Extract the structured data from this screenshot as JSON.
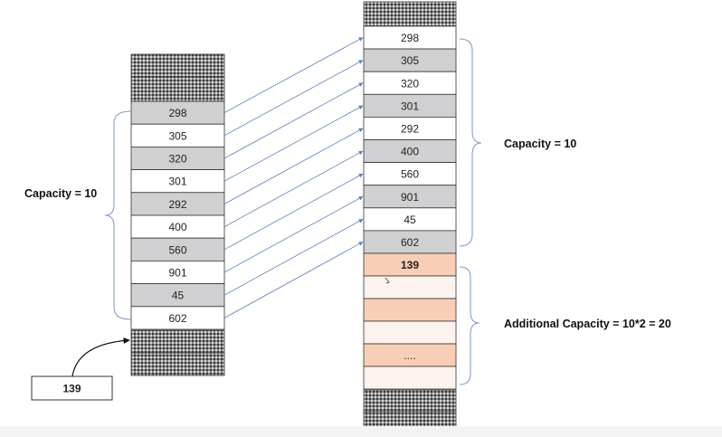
{
  "left_array": {
    "cells": [
      "298",
      "305",
      "320",
      "301",
      "292",
      "400",
      "560",
      "901",
      "45",
      "602"
    ],
    "capacity_label": "Capacity = 10"
  },
  "right_array": {
    "cells": [
      "298",
      "305",
      "320",
      "301",
      "292",
      "400",
      "560",
      "901",
      "45",
      "602"
    ],
    "new_cells": [
      "139",
      "",
      "",
      "",
      "....",
      ""
    ],
    "capacity_label": "Capacity = 10",
    "additional_label": "Additional Capacity = 10*2 = 20"
  },
  "new_element": {
    "value": "139"
  },
  "colors": {
    "white_cell": "#ffffff",
    "gray_cell": "#d0d0d2",
    "peach_cell": "#f8cfb6",
    "light_peach_cell": "#fdf3ee",
    "arrow": "#5b7fbf",
    "brace": "#7f97c4",
    "border": "#333333"
  }
}
